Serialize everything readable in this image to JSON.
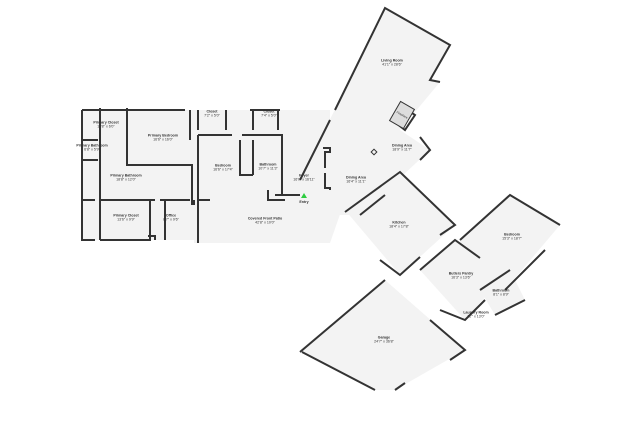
{
  "rooms": [
    {
      "name": "Primary Closet",
      "dim": "11'8\" x 6'0\""
    },
    {
      "name": "Primary Bedroom",
      "dim": "16'6\" x 16'0\""
    },
    {
      "name": "Closet",
      "dim": "7'2\" x 5'0\""
    },
    {
      "name": "Closet",
      "dim": "7'4\" x 5'0\""
    },
    {
      "name": "Primary Bathroom",
      "dim": "6'8\" x 5'9\""
    },
    {
      "name": "Bedroom",
      "dim": "16'6\" x 17'4\""
    },
    {
      "name": "Bathroom",
      "dim": "10'7\" x 11'3\""
    },
    {
      "name": "Primary Bathroom",
      "dim": "18'8\" x 12'0\""
    },
    {
      "name": "Foyer",
      "dim": "16'0\" x 16'11\""
    },
    {
      "name": "Primary Closet",
      "dim": "13'6\" x 9'9\""
    },
    {
      "name": "Office",
      "dim": "8'7\" x 9'6\""
    },
    {
      "name": "Covered Front Patio",
      "dim": "42'8\" x 10'0\""
    },
    {
      "name": "Living Room",
      "dim": "41'1\" x 28'6\""
    },
    {
      "name": "Dining Area",
      "dim": "18'9\" x 11'7\""
    },
    {
      "name": "Dining Area",
      "dim": "16'4\" x 11'1\""
    },
    {
      "name": "Kitchen",
      "dim": "18'4\" x 17'8\""
    },
    {
      "name": "Bedroom",
      "dim": "15'3\" x 18'7\""
    },
    {
      "name": "Butlers Pantry",
      "dim": "16'3\" x 13'6\""
    },
    {
      "name": "Bathroom",
      "dim": "8'1\" x 8'9\""
    },
    {
      "name": "Laundry Room",
      "dim": "11'\" x 13'0\""
    },
    {
      "name": "Garage",
      "dim": "24'7\" x 36'8\""
    }
  ],
  "entry_label": "Entry",
  "fireplace_label": "Fireplace",
  "colors": {
    "wall": "#333333",
    "floor": "#f3f3f3",
    "entry_marker": "#2ecc40"
  }
}
